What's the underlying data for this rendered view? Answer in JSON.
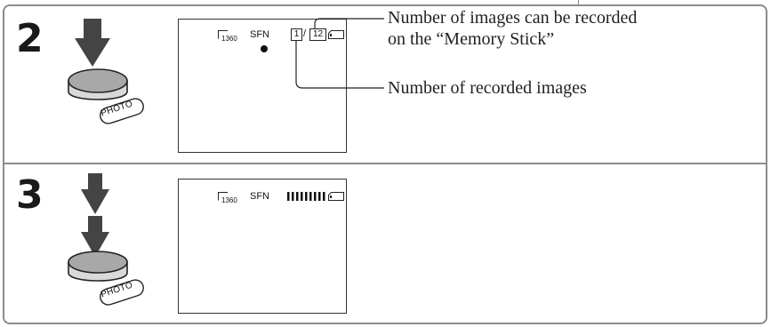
{
  "steps": [
    {
      "number": "2",
      "button_label": "PHOTO",
      "screen": {
        "size_label": "1360",
        "quality_label": "SFN",
        "recorded_count": "1",
        "separator": "/",
        "capacity_count": "12"
      },
      "callouts": {
        "capacity_line1": "Number of images can be recorded",
        "capacity_line2": "on the “Memory Stick”",
        "recorded": "Number of recorded images"
      }
    },
    {
      "number": "3",
      "button_label": "PHOTO",
      "screen": {
        "size_label": "1360",
        "quality_label": "SFN"
      }
    }
  ]
}
